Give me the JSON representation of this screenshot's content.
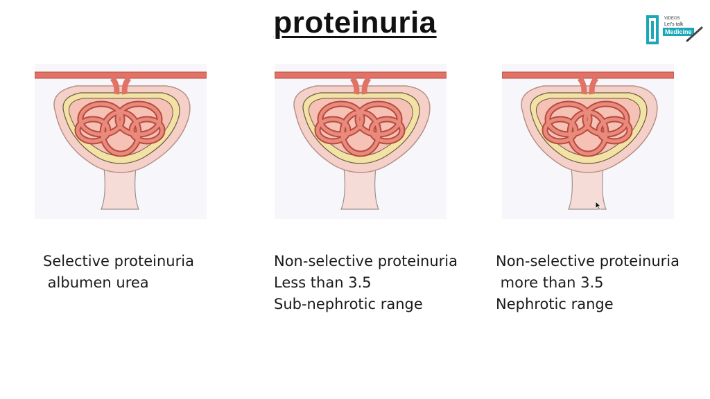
{
  "title": "proteinuria",
  "logo": {
    "line1": "VIDEOS",
    "line2": "Let's talk",
    "line3": "Medicine",
    "icon": "pen-icon"
  },
  "panels": [
    {
      "image": "glomerulus-illustration",
      "lines": [
        "Selective proteinuria",
        " albumen urea"
      ]
    },
    {
      "image": "glomerulus-illustration",
      "lines": [
        "Non-selective proteinuria",
        "Less than 3.5",
        "Sub-nephrotic range"
      ]
    },
    {
      "image": "glomerulus-illustration",
      "lines": [
        "Non-selective proteinuria",
        " more than 3.5",
        "Nephrotic range"
      ]
    }
  ],
  "colors": {
    "vessel": "#e07366",
    "vessel_dark": "#b84a3e",
    "capsule_fill": "#f4c9c0",
    "capsule_cells": "#f2e2a6",
    "tubule": "#f6dcd6",
    "logo_accent": "#1aa7b8"
  }
}
